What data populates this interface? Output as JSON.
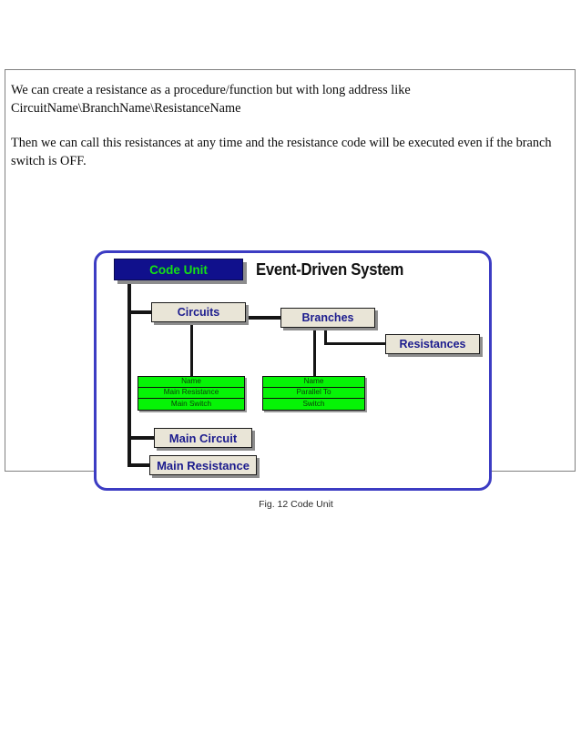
{
  "document": {
    "paragraphs": [
      "We can create a resistance as a procedure/function  but with long address like CircuitName\\BranchName\\ResistanceName",
      "Then we can call this resistances at any time and the resistance code will be executed even if the branch switch is OFF."
    ],
    "caption": "Fig. 12 Code Unit"
  },
  "diagram": {
    "title": "Event-Driven System",
    "colors": {
      "frame_border": "#3c3cc3",
      "root_fill": "#10108c",
      "root_text": "#15e015",
      "node_fill": "#e9e5d7",
      "node_text": "#1c1c8e",
      "attr_fill": "#06f406",
      "line": "#151515",
      "shadow": "#8d8d8d"
    },
    "nodes": {
      "root": "Code Unit",
      "circuits": "Circuits",
      "branches": "Branches",
      "resistances": "Resistances",
      "main_circuit": "Main Circuit",
      "main_resistance": "Main Resistance"
    },
    "attributes": {
      "circuits": [
        "Name",
        "Main Resistance",
        "Main Switch"
      ],
      "branches": [
        "Name",
        "Parallel To",
        "Switch"
      ]
    }
  }
}
